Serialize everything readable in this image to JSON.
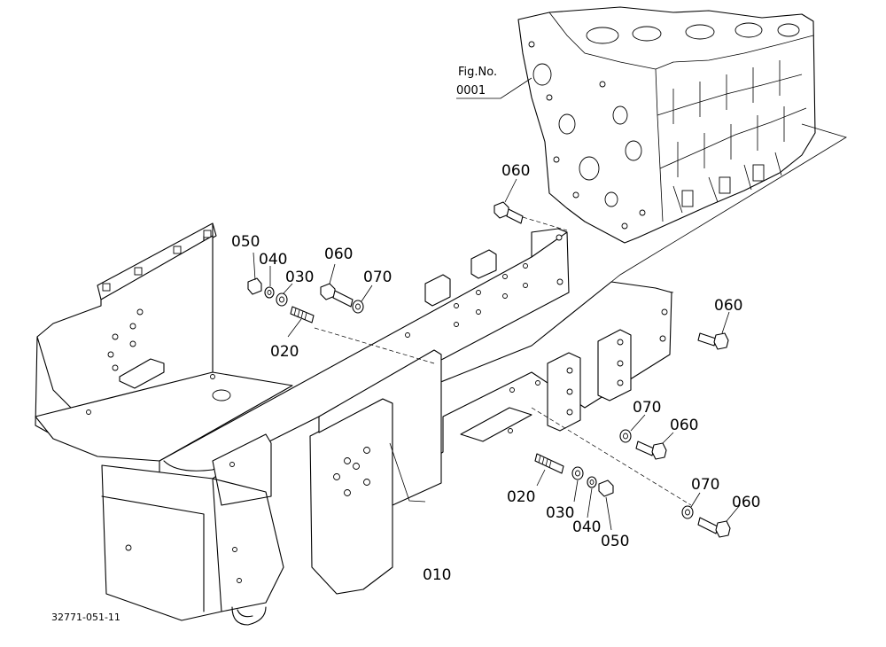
{
  "figure_reference": {
    "line1": "Fig.No.",
    "line2": "0001"
  },
  "drawing_code": "32771-051-11",
  "callouts": {
    "frame": "010",
    "stud_left": "020",
    "washer_left": "030",
    "lockwasher_left": "040",
    "nut_left": "050",
    "bolt_left": "060",
    "washer_b_left": "070",
    "bolt_top": "060",
    "bolt_right_upper": "060",
    "washer_right_mid": "070",
    "bolt_right_mid": "060",
    "stud_right": "020",
    "washer_right": "030",
    "lockwasher_right": "040",
    "nut_right": "050",
    "washer_right_low": "070",
    "bolt_right_low": "060"
  },
  "colors": {
    "line": "#000000",
    "background": "#ffffff"
  }
}
